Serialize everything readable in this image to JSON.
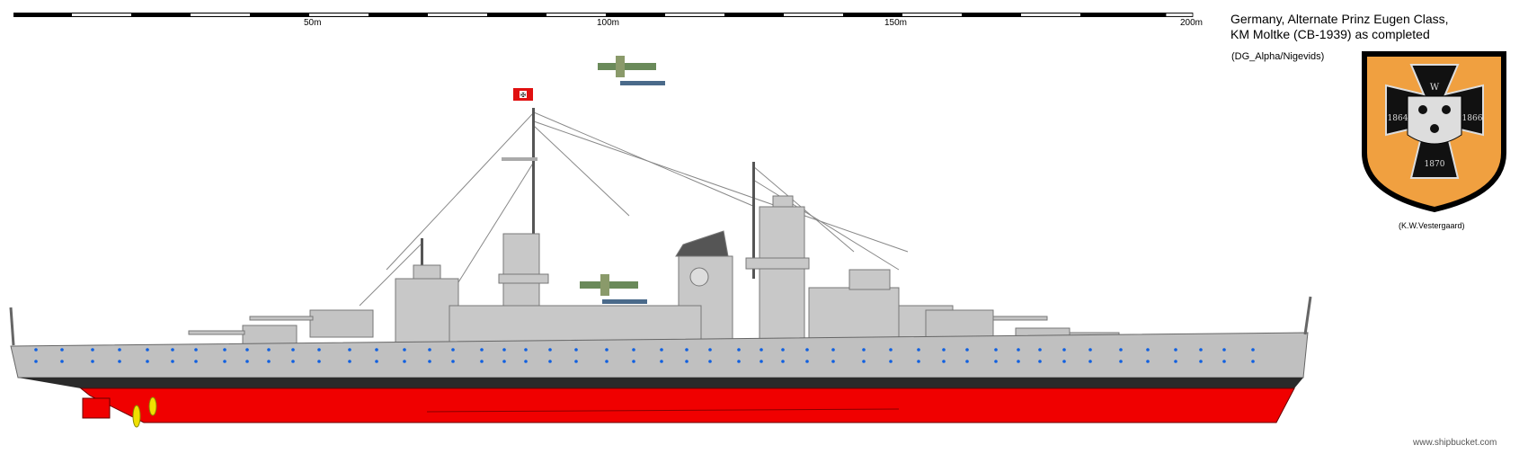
{
  "scale": {
    "labels": [
      "50m",
      "100m",
      "150m",
      "200m"
    ]
  },
  "title": {
    "line1": "Germany, Alternate Prinz Eugen Class,",
    "line2": "KM Moltke (CB-1939) as completed"
  },
  "authors": "(DG_Alpha/Nigevids)",
  "emblem": {
    "years": [
      "1864",
      "1866",
      "1870"
    ],
    "monogram": "W",
    "credit": "(K.W.Vestergaard)"
  },
  "watermark": "www.shipbucket.com",
  "colors": {
    "hull": "#c0c0c0",
    "boot": "#2a2a2a",
    "antifouling": "#f00000",
    "emblem_field": "#f0a040",
    "porthole": "#1060e0"
  }
}
